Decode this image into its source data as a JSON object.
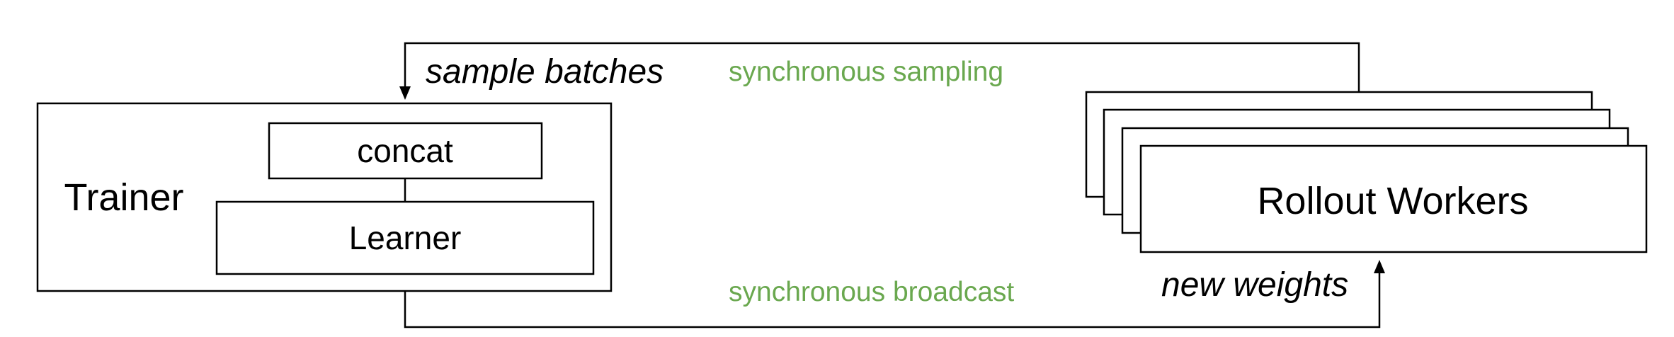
{
  "diagram": {
    "trainer_label": "Trainer",
    "concat_label": "concat",
    "learner_label": "Learner",
    "workers_label": "Rollout Workers",
    "top_edge": {
      "label": "sample batches",
      "mode_label": "synchronous sampling"
    },
    "bottom_edge": {
      "label": "new weights",
      "mode_label": "synchronous broadcast"
    }
  },
  "colors": {
    "stroke": "#000000",
    "mode_label": "#6aa84f",
    "background": "#ffffff"
  }
}
